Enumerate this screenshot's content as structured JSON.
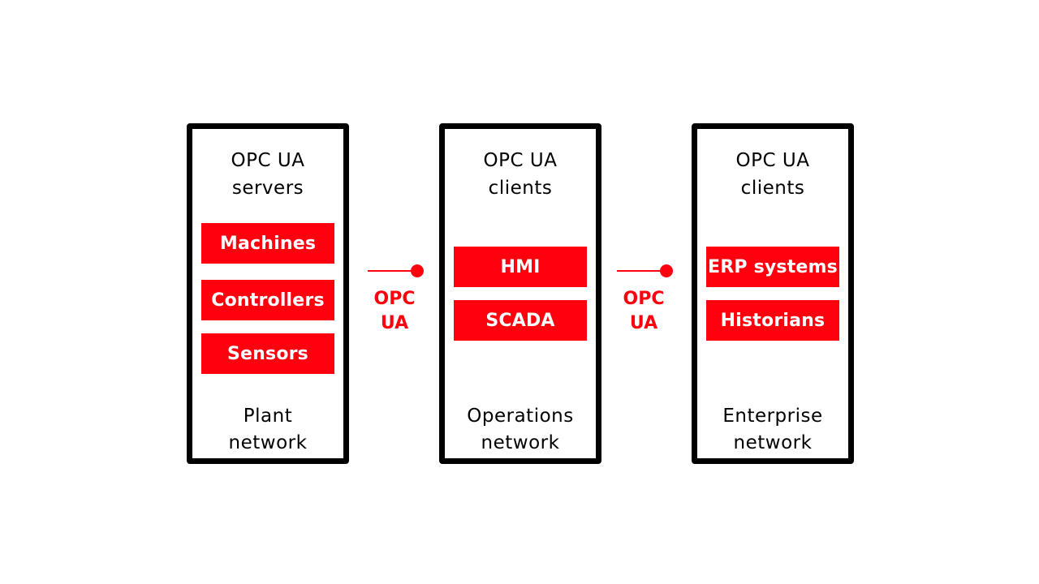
{
  "colors": {
    "accent": "#ff000f",
    "border": "#000000",
    "background": "#ffffff",
    "chip_text": "#ffffff"
  },
  "columns": [
    {
      "heading_line1": "OPC UA",
      "heading_line2": "servers",
      "items": [
        "Machines",
        "Controllers",
        "Sensors"
      ],
      "footer_line1": "Plant",
      "footer_line2": "network"
    },
    {
      "heading_line1": "OPC UA",
      "heading_line2": "clients",
      "items": [
        "HMI",
        "SCADA"
      ],
      "footer_line1": "Operations",
      "footer_line2": "network"
    },
    {
      "heading_line1": "OPC UA",
      "heading_line2": "clients",
      "items": [
        "ERP systems",
        "Historians"
      ],
      "footer_line1": "Enterprise",
      "footer_line2": "network"
    }
  ],
  "connectors": [
    {
      "line1": "OPC",
      "line2": "UA"
    },
    {
      "line1": "OPC",
      "line2": "UA"
    }
  ]
}
